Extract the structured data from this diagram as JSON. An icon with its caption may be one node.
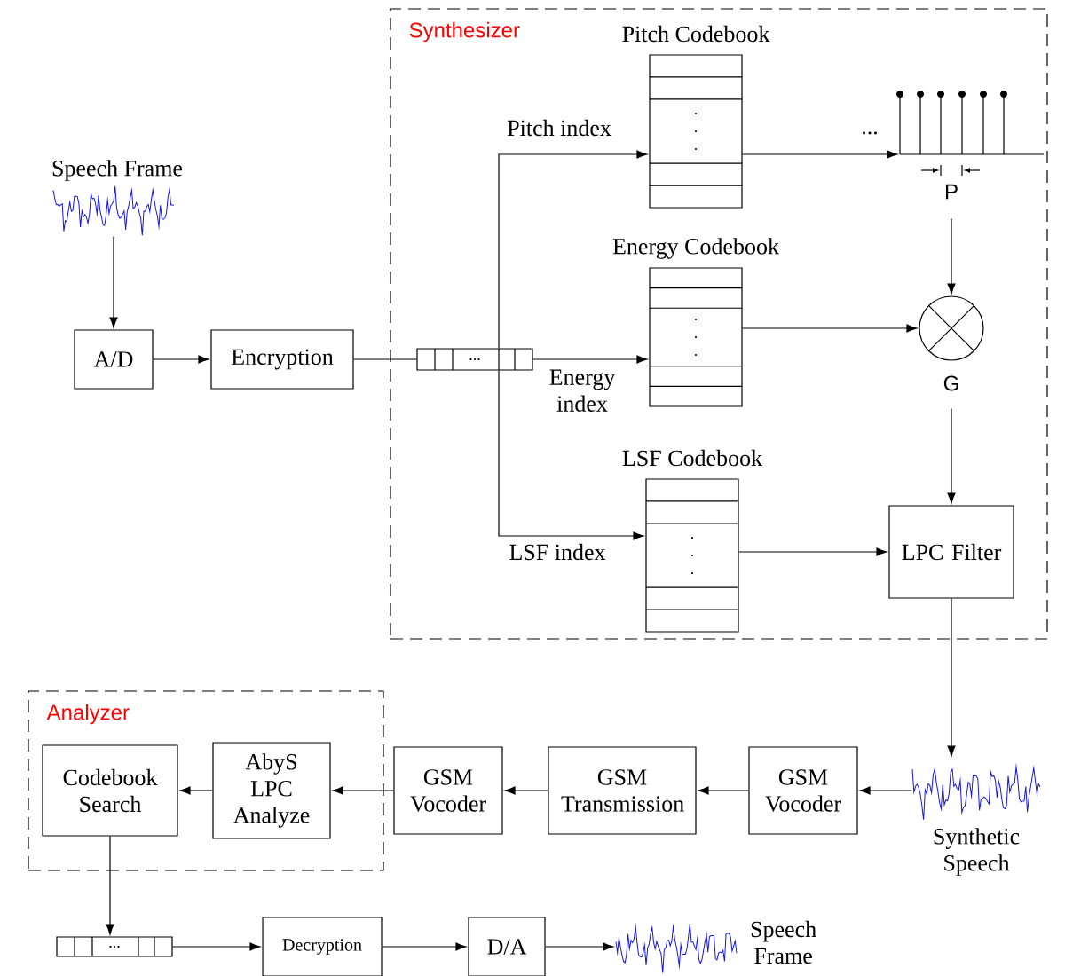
{
  "diagram": {
    "nodes": [
      {
        "text": [
          "Synthesizer"
        ]
      },
      {
        "text": [
          "Speech Frame"
        ]
      },
      {
        "text": [
          "A/D"
        ]
      },
      {
        "text": [
          "Encryption"
        ]
      },
      {
        "text": [
          "..."
        ],
        "in": 0
      },
      {
        "text": [
          "Pitch Codebook"
        ],
        "in": 0
      },
      {
        "text": [
          "Energy Codebook"
        ],
        "in": 0
      },
      {
        "text": [
          "LSF Codebook"
        ],
        "in": 0
      },
      {
        "text": [],
        "shape": "picture",
        "beside": [
          "...",
          "P"
        ],
        "in": 0
      },
      {
        "text": [],
        "shape": "circle",
        "beside": [
          "G"
        ],
        "in": 0
      },
      {
        "text": [
          "LPC Filter"
        ],
        "in": 0
      },
      {
        "text": [
          "Synthetic Speech"
        ]
      },
      {
        "text": [
          "GSM Vocoder"
        ]
      },
      {
        "text": [
          "GSM Transmission"
        ]
      },
      {
        "text": [
          "GSM Vocoder"
        ]
      },
      {
        "text": [
          "Analyzer"
        ]
      },
      {
        "text": [
          "AbyS LPC Analyze"
        ],
        "in": 15
      },
      {
        "text": [
          "Codebook Search"
        ],
        "in": 15
      },
      {
        "text": [
          "..."
        ]
      },
      {
        "text": [
          "Decryption"
        ]
      },
      {
        "text": [
          "D/A"
        ]
      },
      {
        "text": [
          "Speech Frame"
        ]
      }
    ],
    "edges": [
      {
        "from": 1,
        "to": 2,
        "arrow": "to"
      },
      {
        "from": 2,
        "to": 3,
        "arrow": "to"
      },
      {
        "from": 3,
        "to": 4,
        "arrow": "none"
      },
      {
        "from": 4,
        "to": 5,
        "arrow": "to",
        "label": "Pitch index"
      },
      {
        "from": 4,
        "to": 6,
        "arrow": "to",
        "label": "Energy index"
      },
      {
        "from": 4,
        "to": 7,
        "arrow": "to",
        "label": "LSF index"
      },
      {
        "from": 5,
        "to": 8,
        "arrow": "to"
      },
      {
        "from": 8,
        "to": 9,
        "arrow": "to"
      },
      {
        "from": 6,
        "to": 9,
        "arrow": "to"
      },
      {
        "from": 9,
        "to": 10,
        "arrow": "to"
      },
      {
        "from": 7,
        "to": 10,
        "arrow": "to"
      },
      {
        "from": 10,
        "to": 11,
        "arrow": "to"
      },
      {
        "from": 11,
        "to": 12,
        "arrow": "to"
      },
      {
        "from": 12,
        "to": 13,
        "arrow": "to"
      },
      {
        "from": 13,
        "to": 14,
        "arrow": "to"
      },
      {
        "from": 14,
        "to": 16,
        "arrow": "to"
      },
      {
        "from": 16,
        "to": 17,
        "arrow": "to"
      },
      {
        "from": 17,
        "to": 18,
        "arrow": "to"
      },
      {
        "from": 18,
        "to": 19,
        "arrow": "to"
      },
      {
        "from": 19,
        "to": 20,
        "arrow": "to"
      },
      {
        "from": 20,
        "to": 21,
        "arrow": "to"
      }
    ]
  }
}
